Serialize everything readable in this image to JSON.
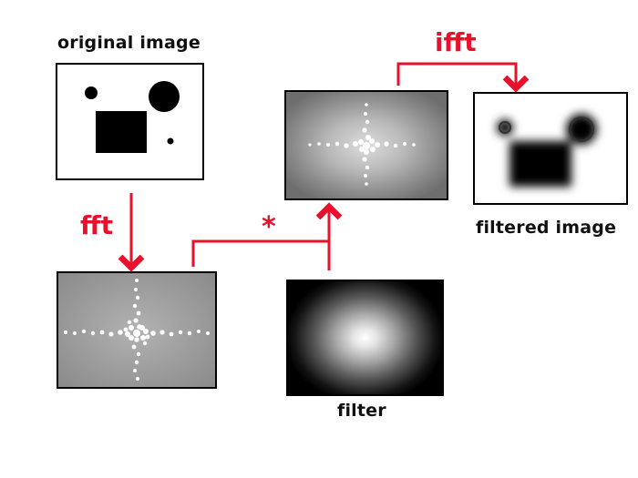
{
  "labels": {
    "original": "original image",
    "filtered": "filtered image",
    "filter": "filter",
    "fft": "fft",
    "ifft": "ifft",
    "multiply": "*"
  },
  "colors": {
    "arrow": "#e8102a",
    "panel_border": "#000000",
    "spectrum_bg": "#9a9a9a",
    "spectrum_dots": "#ffffff"
  }
}
